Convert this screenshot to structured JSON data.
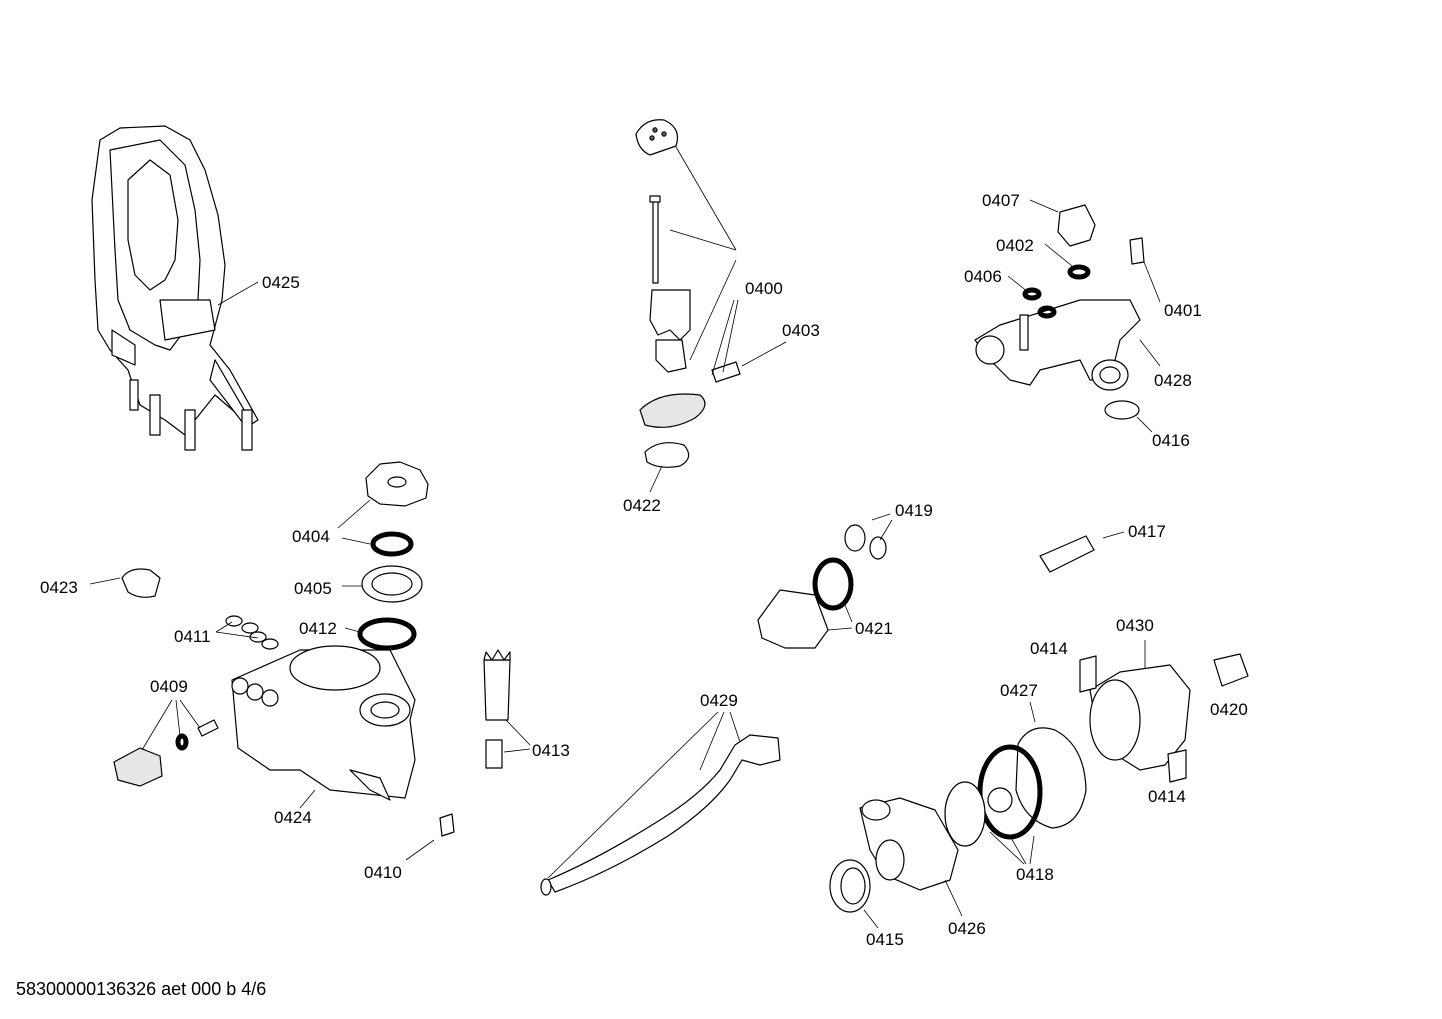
{
  "diagram": {
    "labels": {
      "p0400": "0400",
      "p0401": "0401",
      "p0402": "0402",
      "p0403": "0403",
      "p0404": "0404",
      "p0405": "0405",
      "p0406": "0406",
      "p0407": "0407",
      "p0409": "0409",
      "p0410": "0410",
      "p0411": "0411",
      "p0412": "0412",
      "p0413": "0413",
      "p0414a": "0414",
      "p0414b": "0414",
      "p0415": "0415",
      "p0416": "0416",
      "p0417": "0417",
      "p0418": "0418",
      "p0419": "0419",
      "p0420": "0420",
      "p0421": "0421",
      "p0422": "0422",
      "p0423": "0423",
      "p0424": "0424",
      "p0425": "0425",
      "p0426": "0426",
      "p0427": "0427",
      "p0428": "0428",
      "p0429": "0429",
      "p0430": "0430"
    }
  },
  "footer": {
    "doc_id": "58300000136326 aet 000 b 4/6"
  }
}
